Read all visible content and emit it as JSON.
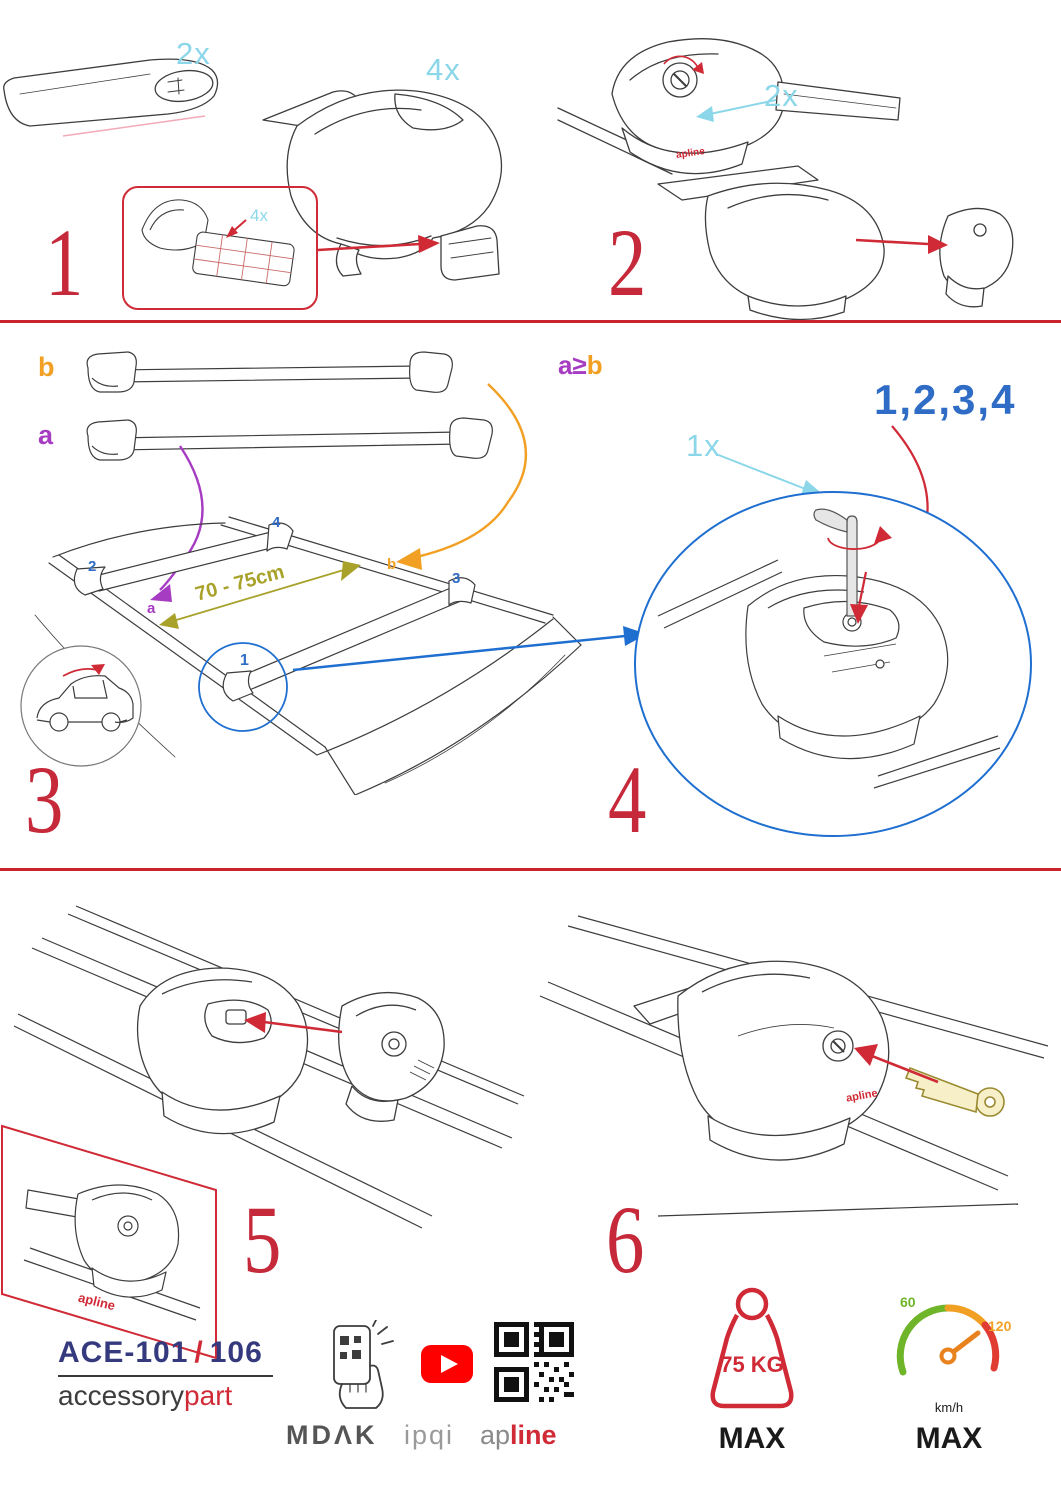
{
  "step1": {
    "number": "1",
    "bar_qty": "2x",
    "foot_qty": "4x",
    "pad_qty": "4x"
  },
  "step2": {
    "number": "2",
    "lock_qty": "2x",
    "foot_logo": "apline"
  },
  "step3": {
    "number": "3",
    "bar_b_label": "b",
    "bar_a_label": "a",
    "distance": "70 - 75cm",
    "roof": {
      "pos1": "1",
      "pos2": "2",
      "pos3": "3",
      "pos4": "4",
      "bar_a": "a",
      "bar_b": "b"
    }
  },
  "step4": {
    "number": "4",
    "cond_a": "a",
    "cond_op": "≥",
    "cond_b": "b",
    "sequence": "1,2,3,4",
    "tool_qty": "1x",
    "first_step": "1"
  },
  "step5": {
    "number": "5",
    "inset_logo": "apline"
  },
  "step6": {
    "number": "6",
    "foot_logo": "apline"
  },
  "footer": {
    "model_a": "ACE-101",
    "model_slash": "/",
    "model_b": "106",
    "brand_gray": "accessory",
    "brand_red": "part",
    "logo_mdak": "MDΛK",
    "logo_ipqi": "ipqi",
    "logo_ap": "ap",
    "logo_line": "line",
    "weight_value": "75 KG",
    "weight_max": "MAX",
    "speed_low": "60",
    "speed_high": "120",
    "speed_unit": "km/h",
    "speed_max": "MAX"
  },
  "colors": {
    "red": "#cf2a36",
    "cyan": "#8bd7e9",
    "blue": "#2f6cc6",
    "purple": "#a63cc2",
    "orange": "#f2a024",
    "olive": "#a8a22b",
    "navy": "#35397d"
  }
}
